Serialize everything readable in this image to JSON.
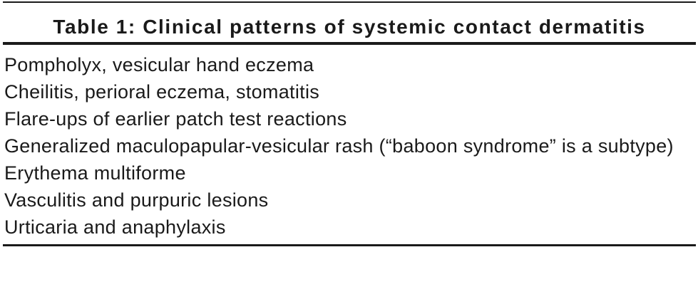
{
  "table": {
    "title": "Table 1: Clinical patterns of systemic contact dermatitis",
    "rows": [
      "Pompholyx, vesicular hand eczema",
      "Cheilitis, perioral eczema, stomatitis",
      "Flare-ups of earlier patch test reactions",
      "Generalized maculopapular-vesicular rash (“baboon syndrome” is a subtype)",
      "Erythema multiforme",
      "Vasculitis and purpuric lesions",
      "Urticaria and anaphylaxis"
    ]
  }
}
